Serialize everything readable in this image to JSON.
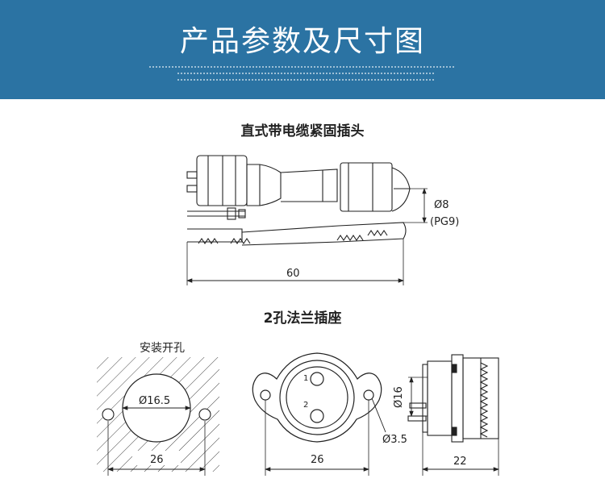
{
  "banner": {
    "title": "产品参数及尺寸图",
    "background": "#2b73a3"
  },
  "plug_section": {
    "title": "直式带电缆紧固插头",
    "dim_length": "60",
    "dim_diameter": "Ø8",
    "dim_pg": "(PG9)"
  },
  "socket_section": {
    "title": "2孔法兰插座",
    "cutout_label": "安装开孔",
    "cutout_diameter": "Ø16.5",
    "cutout_width": "26",
    "flange_width": "26",
    "hole_diameter": "Ø3.5",
    "side_diameter": "Ø16",
    "side_length": "22",
    "pin_1": "1",
    "pin_2": "2"
  }
}
